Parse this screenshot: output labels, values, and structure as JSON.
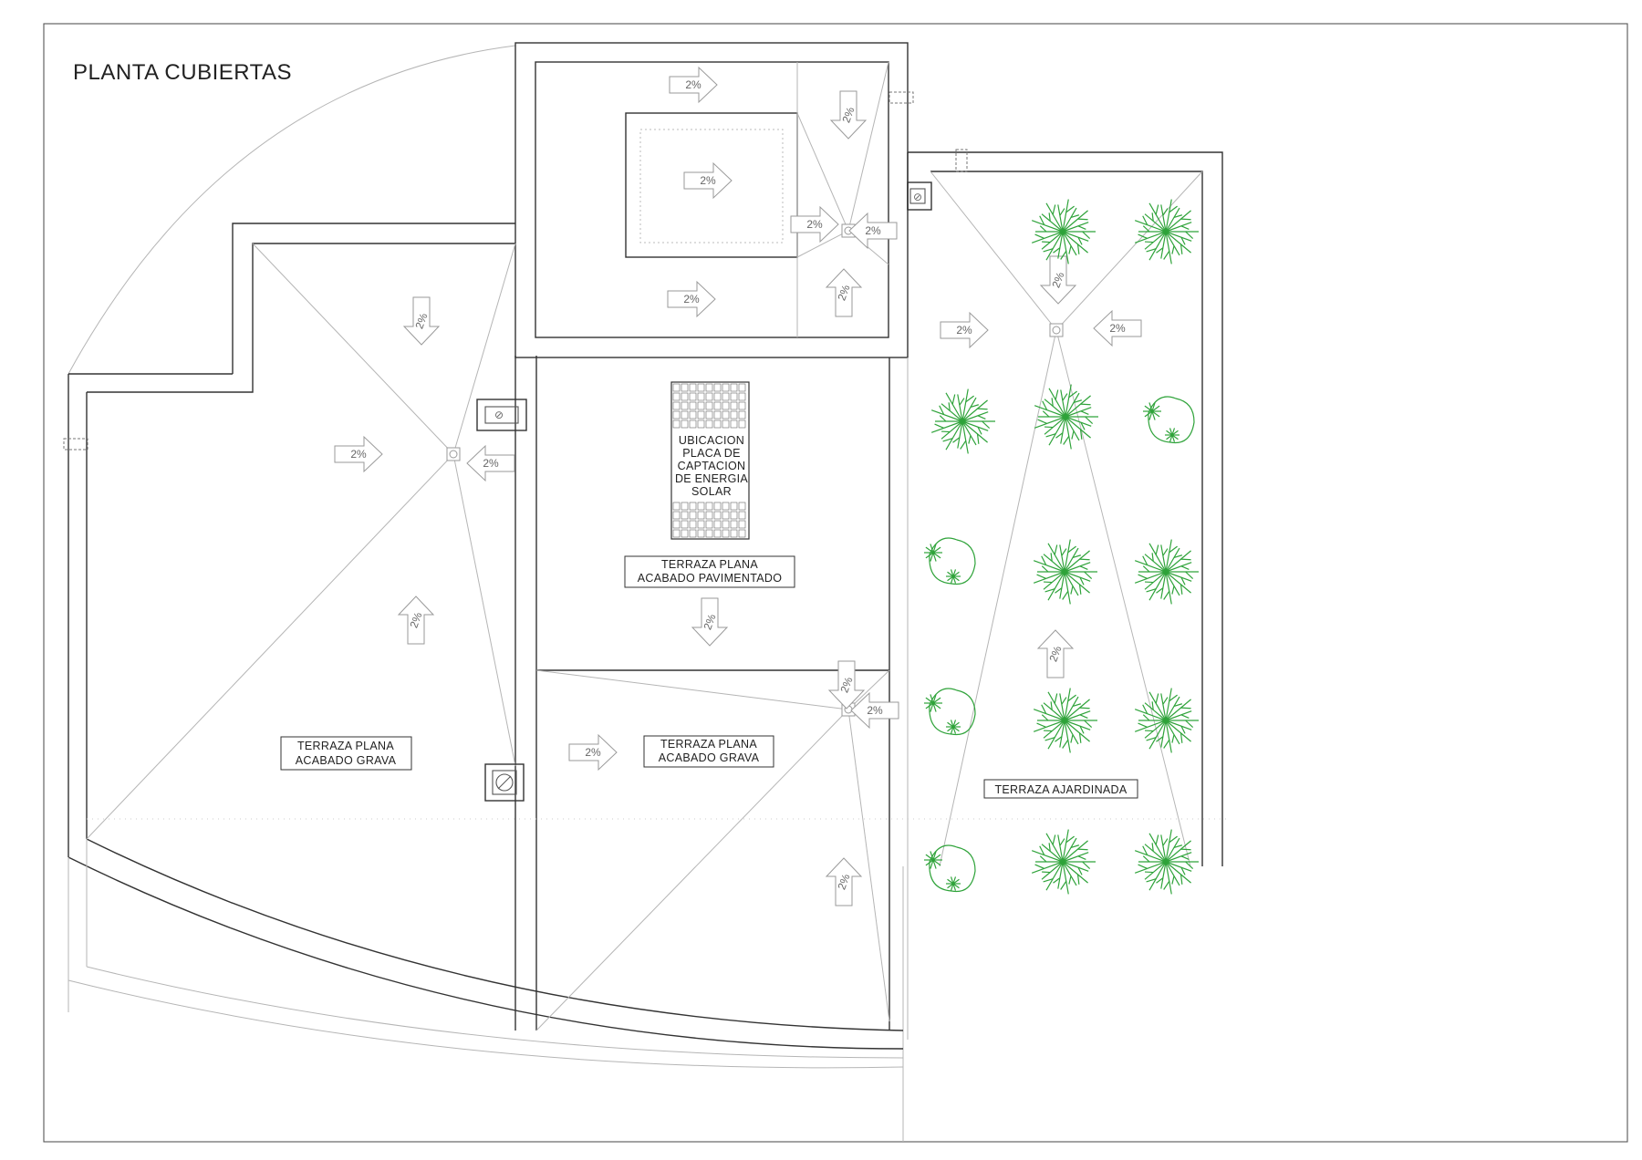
{
  "drawing": {
    "title": "PLANTA CUBIERTAS",
    "zones": [
      {
        "id": "west",
        "lines": [
          "TERRAZA PLANA",
          "ACABADO GRAVA"
        ]
      },
      {
        "id": "central",
        "lines": [
          "TERRAZA PLANA",
          "ACABADO PAVIMENTADO"
        ]
      },
      {
        "id": "central-south",
        "lines": [
          "TERRAZA PLANA",
          "ACABADO GRAVA"
        ]
      },
      {
        "id": "garden",
        "lines": [
          "TERRAZA AJARDINADA"
        ]
      }
    ],
    "solar": {
      "lines": [
        "UBICACION",
        "PLACA DE",
        "CAPTACION",
        "DE ENERGIA",
        "SOLAR"
      ]
    },
    "slope_label": "2%",
    "colors": {
      "lines": "#333333",
      "guides": "#b5b5b5",
      "vegetation": "#2fa33a"
    }
  }
}
